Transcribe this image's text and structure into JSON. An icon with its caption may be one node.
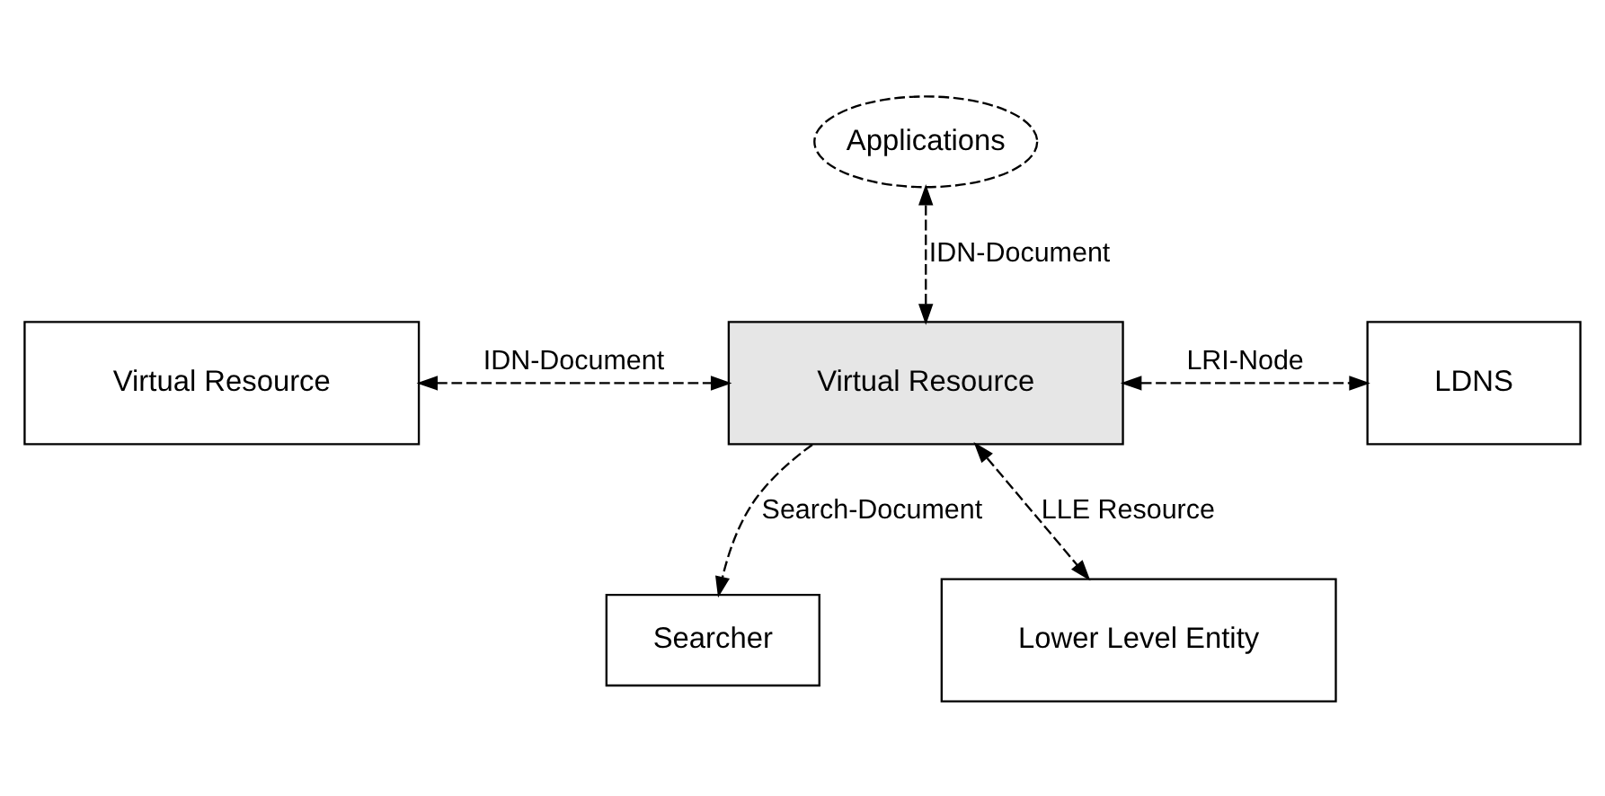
{
  "diagram": {
    "nodes": [
      {
        "text": [
          "Applications"
        ]
      },
      {
        "text": [
          "Searcher"
        ]
      },
      {
        "text": [
          "Virtual Resource"
        ]
      },
      {
        "text": [
          "Virtual Resource"
        ]
      },
      {
        "text": [
          "LDNS"
        ]
      },
      {
        "text": [
          "Lower Level Entity"
        ]
      }
    ],
    "edges": [
      {
        "from": 2,
        "to": 3,
        "arrow": "both",
        "label": "IDN-Document",
        "style": "dashed"
      },
      {
        "from": 0,
        "to": 3,
        "arrow": "both",
        "label": "IDN-Document",
        "style": "dashed"
      },
      {
        "from": 3,
        "to": 1,
        "arrow": "to",
        "label": "Search-Document",
        "style": "dashed"
      },
      {
        "from": 3,
        "to": 4,
        "arrow": "both",
        "label": "LRI-Node",
        "style": "dashed"
      },
      {
        "from": 3,
        "to": 5,
        "arrow": "both",
        "label": "LLE Resource",
        "style": "dashed"
      }
    ]
  }
}
